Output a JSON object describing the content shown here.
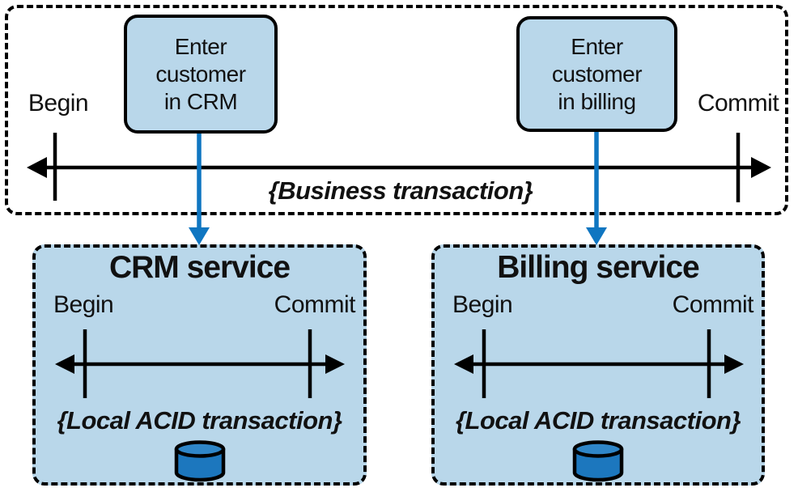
{
  "diagram": {
    "kind": "distributed-transaction-diagram",
    "colors": {
      "box_fill": "#b9d7ea",
      "line_black": "#000000",
      "arrow_blue": "#0f76c1",
      "db_body": "#1c77be",
      "db_top": "#2f86c8"
    },
    "business_transaction": {
      "begin_label": "Begin",
      "commit_label": "Commit",
      "caption": "{Business transaction}",
      "steps": [
        {
          "name": "enter-customer-in-crm",
          "lines": [
            "Enter",
            "customer",
            "in CRM"
          ]
        },
        {
          "name": "enter-customer-in-billing",
          "lines": [
            "Enter",
            "customer",
            "in billing"
          ]
        }
      ]
    },
    "services": [
      {
        "title": "CRM service",
        "begin_label": "Begin",
        "commit_label": "Commit",
        "caption": "{Local ACID transaction}",
        "icon": "database-icon"
      },
      {
        "title": "Billing service",
        "begin_label": "Begin",
        "commit_label": "Commit",
        "caption": "{Local ACID transaction}",
        "icon": "database-icon"
      }
    ]
  }
}
